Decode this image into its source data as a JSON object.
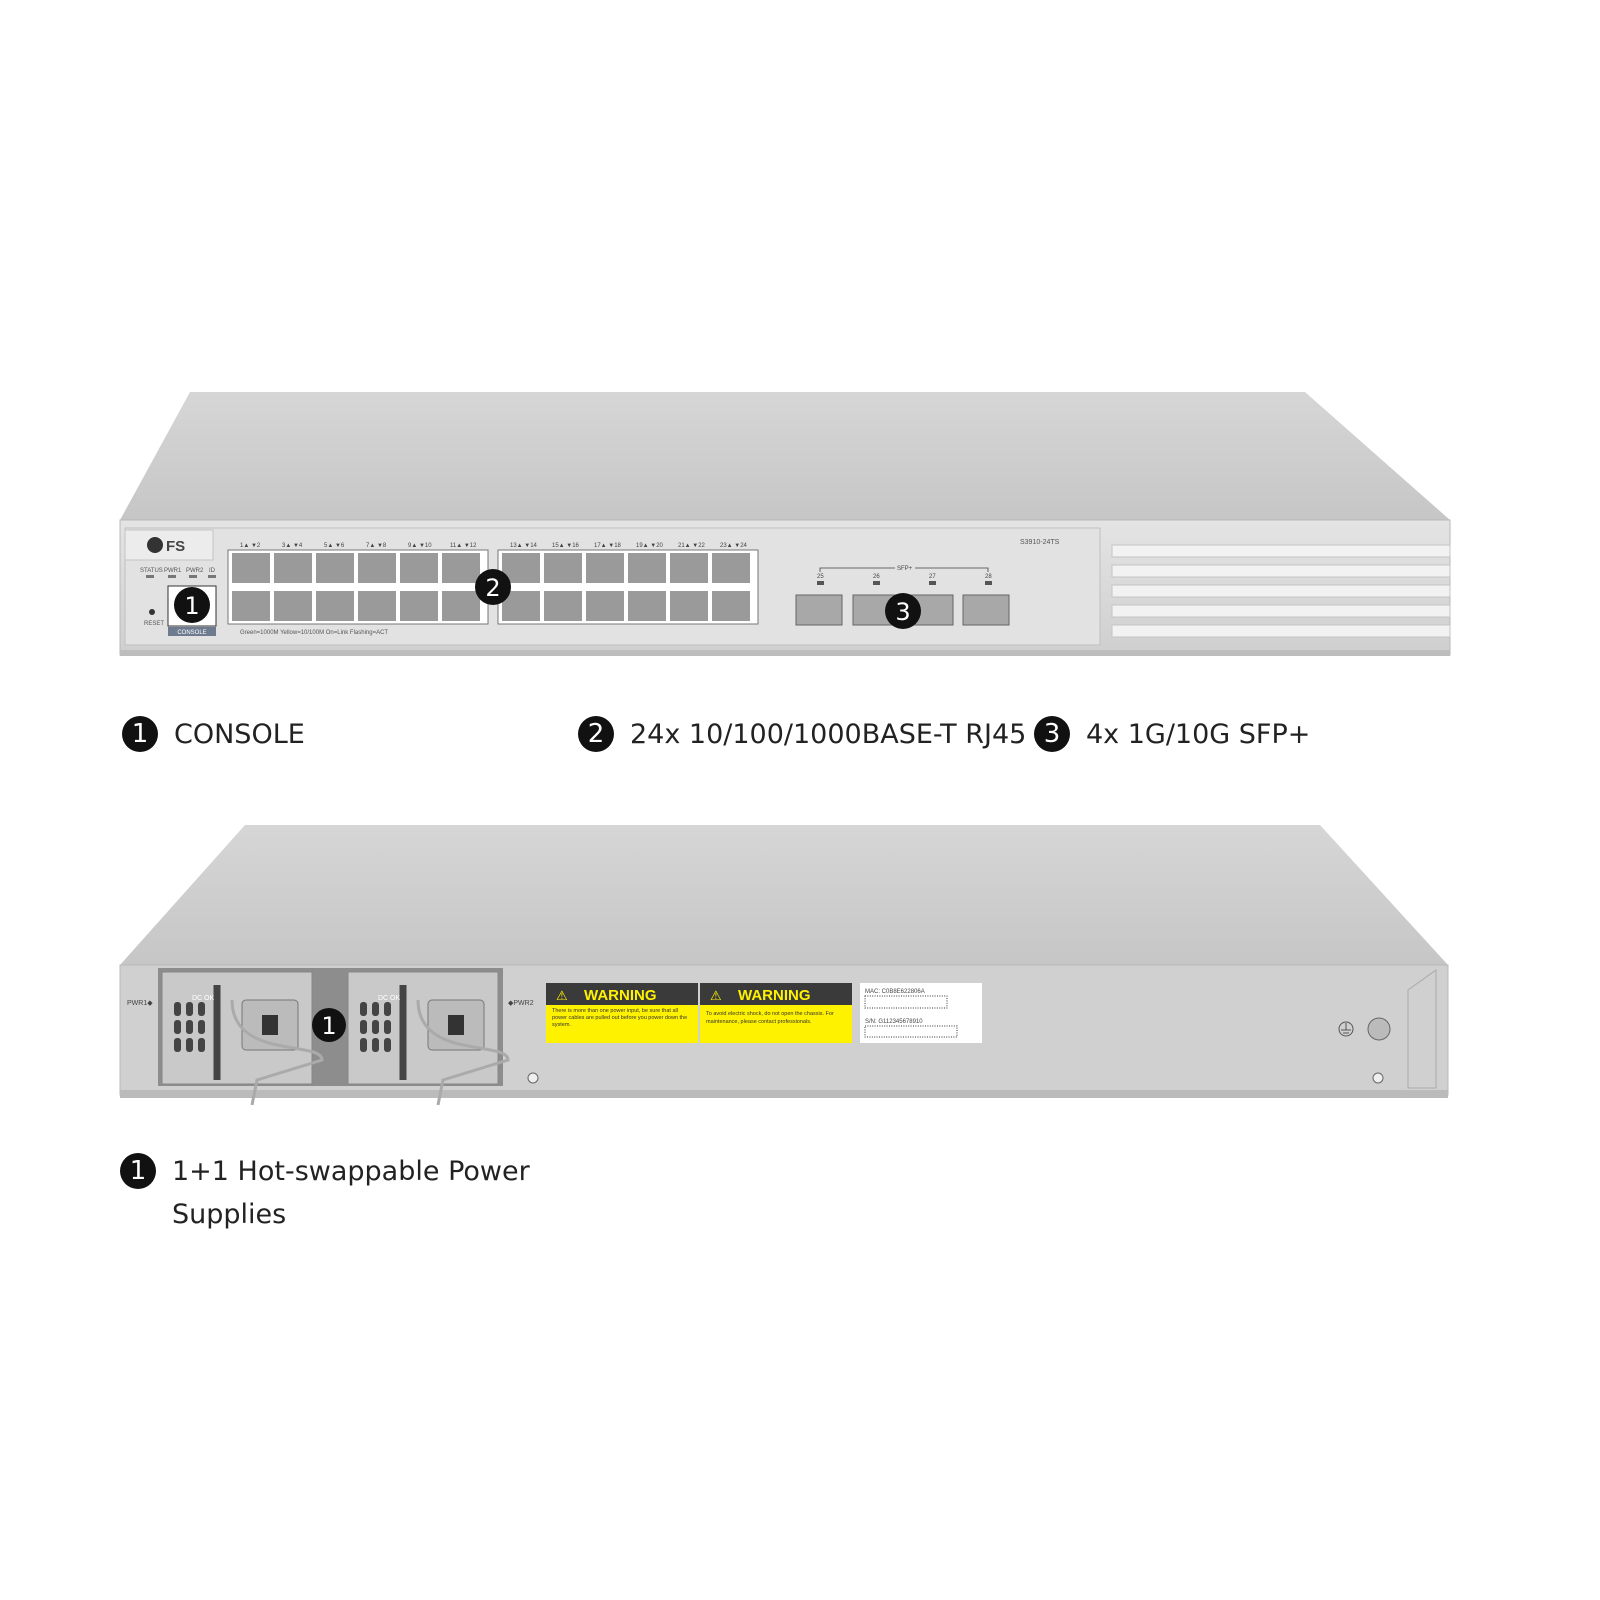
{
  "front": {
    "brand": "FS",
    "model": "S3910-24TS",
    "led_labels": [
      "STATUS",
      "PWR1",
      "PWR2",
      "ID"
    ],
    "reset_label": "RESET",
    "console_label": "CONSOLE",
    "port_pair_labels": [
      "1▲ ▼2",
      "3▲ ▼4",
      "5▲ ▼6",
      "7▲ ▼8",
      "9▲ ▼10",
      "11▲ ▼12",
      "13▲ ▼14",
      "15▲ ▼16",
      "17▲ ▼18",
      "19▲ ▼20",
      "21▲ ▼22",
      "23▲ ▼24"
    ],
    "legend": "Green=1000M  Yellow=10/100M  On=Link  Flashing=ACT",
    "sfp_group_label": "SFP+",
    "sfp_ports": [
      "25",
      "26",
      "27",
      "28"
    ],
    "markers": [
      "1",
      "2",
      "3"
    ]
  },
  "back": {
    "pwr1_label": "PWR1",
    "pwr2_label": "PWR2",
    "psu_tag": "DC OK",
    "marker": "1",
    "warning1": {
      "title": "WARNING",
      "text": "There is more than one power input, be sure that all power cables are pulled out before you power down the system."
    },
    "warning2": {
      "title": "WARNING",
      "text": "To avoid electric shock, do not open the chassis. For maintenance, please contact professionals."
    },
    "mac": "MAC: C0B8E622806A",
    "sn": "S/N: G112345678910",
    "colors": {
      "warning_yellow": "#fff200",
      "warning_header": "#3a3a3a",
      "chassis": "#d4d4d4"
    }
  },
  "callouts_front": [
    {
      "num": "1",
      "text": "CONSOLE"
    },
    {
      "num": "2",
      "text": "24x 10/100/1000BASE-T RJ45"
    },
    {
      "num": "3",
      "text": "4x 1G/10G SFP+"
    }
  ],
  "callouts_back": [
    {
      "num": "1",
      "text": "1+1 Hot-swappable Power Supplies"
    }
  ]
}
